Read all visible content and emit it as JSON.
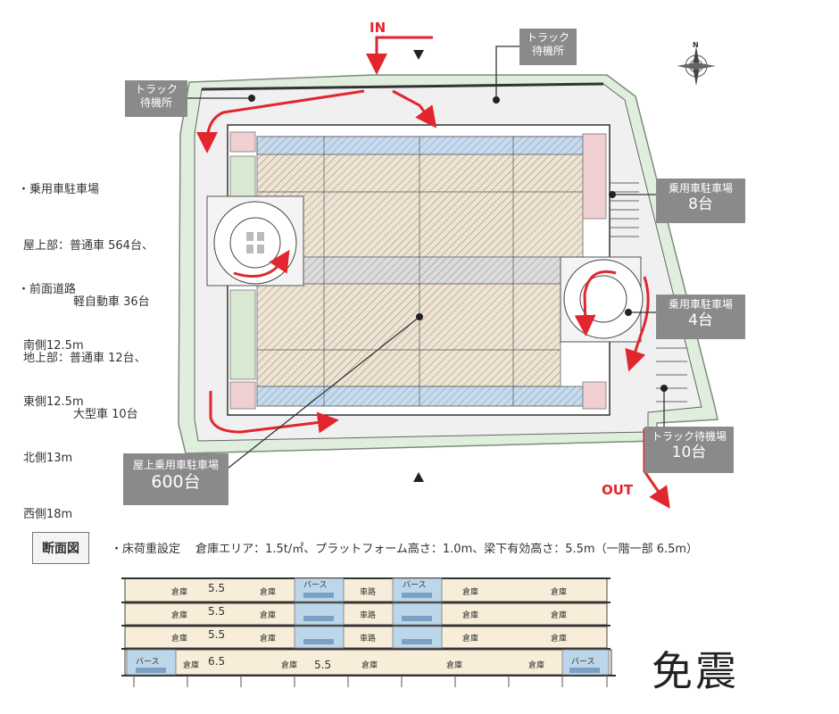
{
  "entrance": {
    "in_label": "IN",
    "out_label": "OUT"
  },
  "callouts": {
    "truck_wait_top": "トラック\n待機所",
    "truck_wait_left": "トラック\n待機所",
    "parking_east_label": "乗用車駐車場",
    "parking_east_count": "8台",
    "parking_east2_label": "乗用車駐車場",
    "parking_east2_count": "4台",
    "truck_wait_se_label": "トラック待機場",
    "truck_wait_se_count": "10台",
    "rooftop_label": "屋上乗用車駐車場",
    "rooftop_count": "600台"
  },
  "parking_info": {
    "title": "・乗用車駐車場",
    "roof_line1": "屋上部：普通車 564台、",
    "roof_line2": "軽自動車 36台",
    "ground_line1": "地上部：普通車 12台、",
    "ground_line2": "大型車 10台"
  },
  "road_info": {
    "title": "・前面道路",
    "south": "南側12.5m",
    "east": "東側12.5m",
    "north": "北側13m",
    "west": "西側18m"
  },
  "compass": {
    "north": "N"
  },
  "section": {
    "tag": "断面図",
    "spec": "・床荷重設定　 倉庫エリア：1.5t/㎡、プラットフォーム高さ：1.0m、梁下有効高さ：5.5m（一階一部 6.5m）",
    "warehouse": "倉庫",
    "berth": "バース",
    "ramp": "車路",
    "h55": "5.5",
    "h65": "6.5"
  },
  "seismic": "免震",
  "colors": {
    "site_green": "#dfeedd",
    "site_border": "#7d8c7a",
    "warehouse_fill": "#efe4d4",
    "berth_blue": "#bcd6ea",
    "accent_red": "#e1262d",
    "callout_gray": "#8a8a8a",
    "floor_tan": "#f7edd9"
  }
}
